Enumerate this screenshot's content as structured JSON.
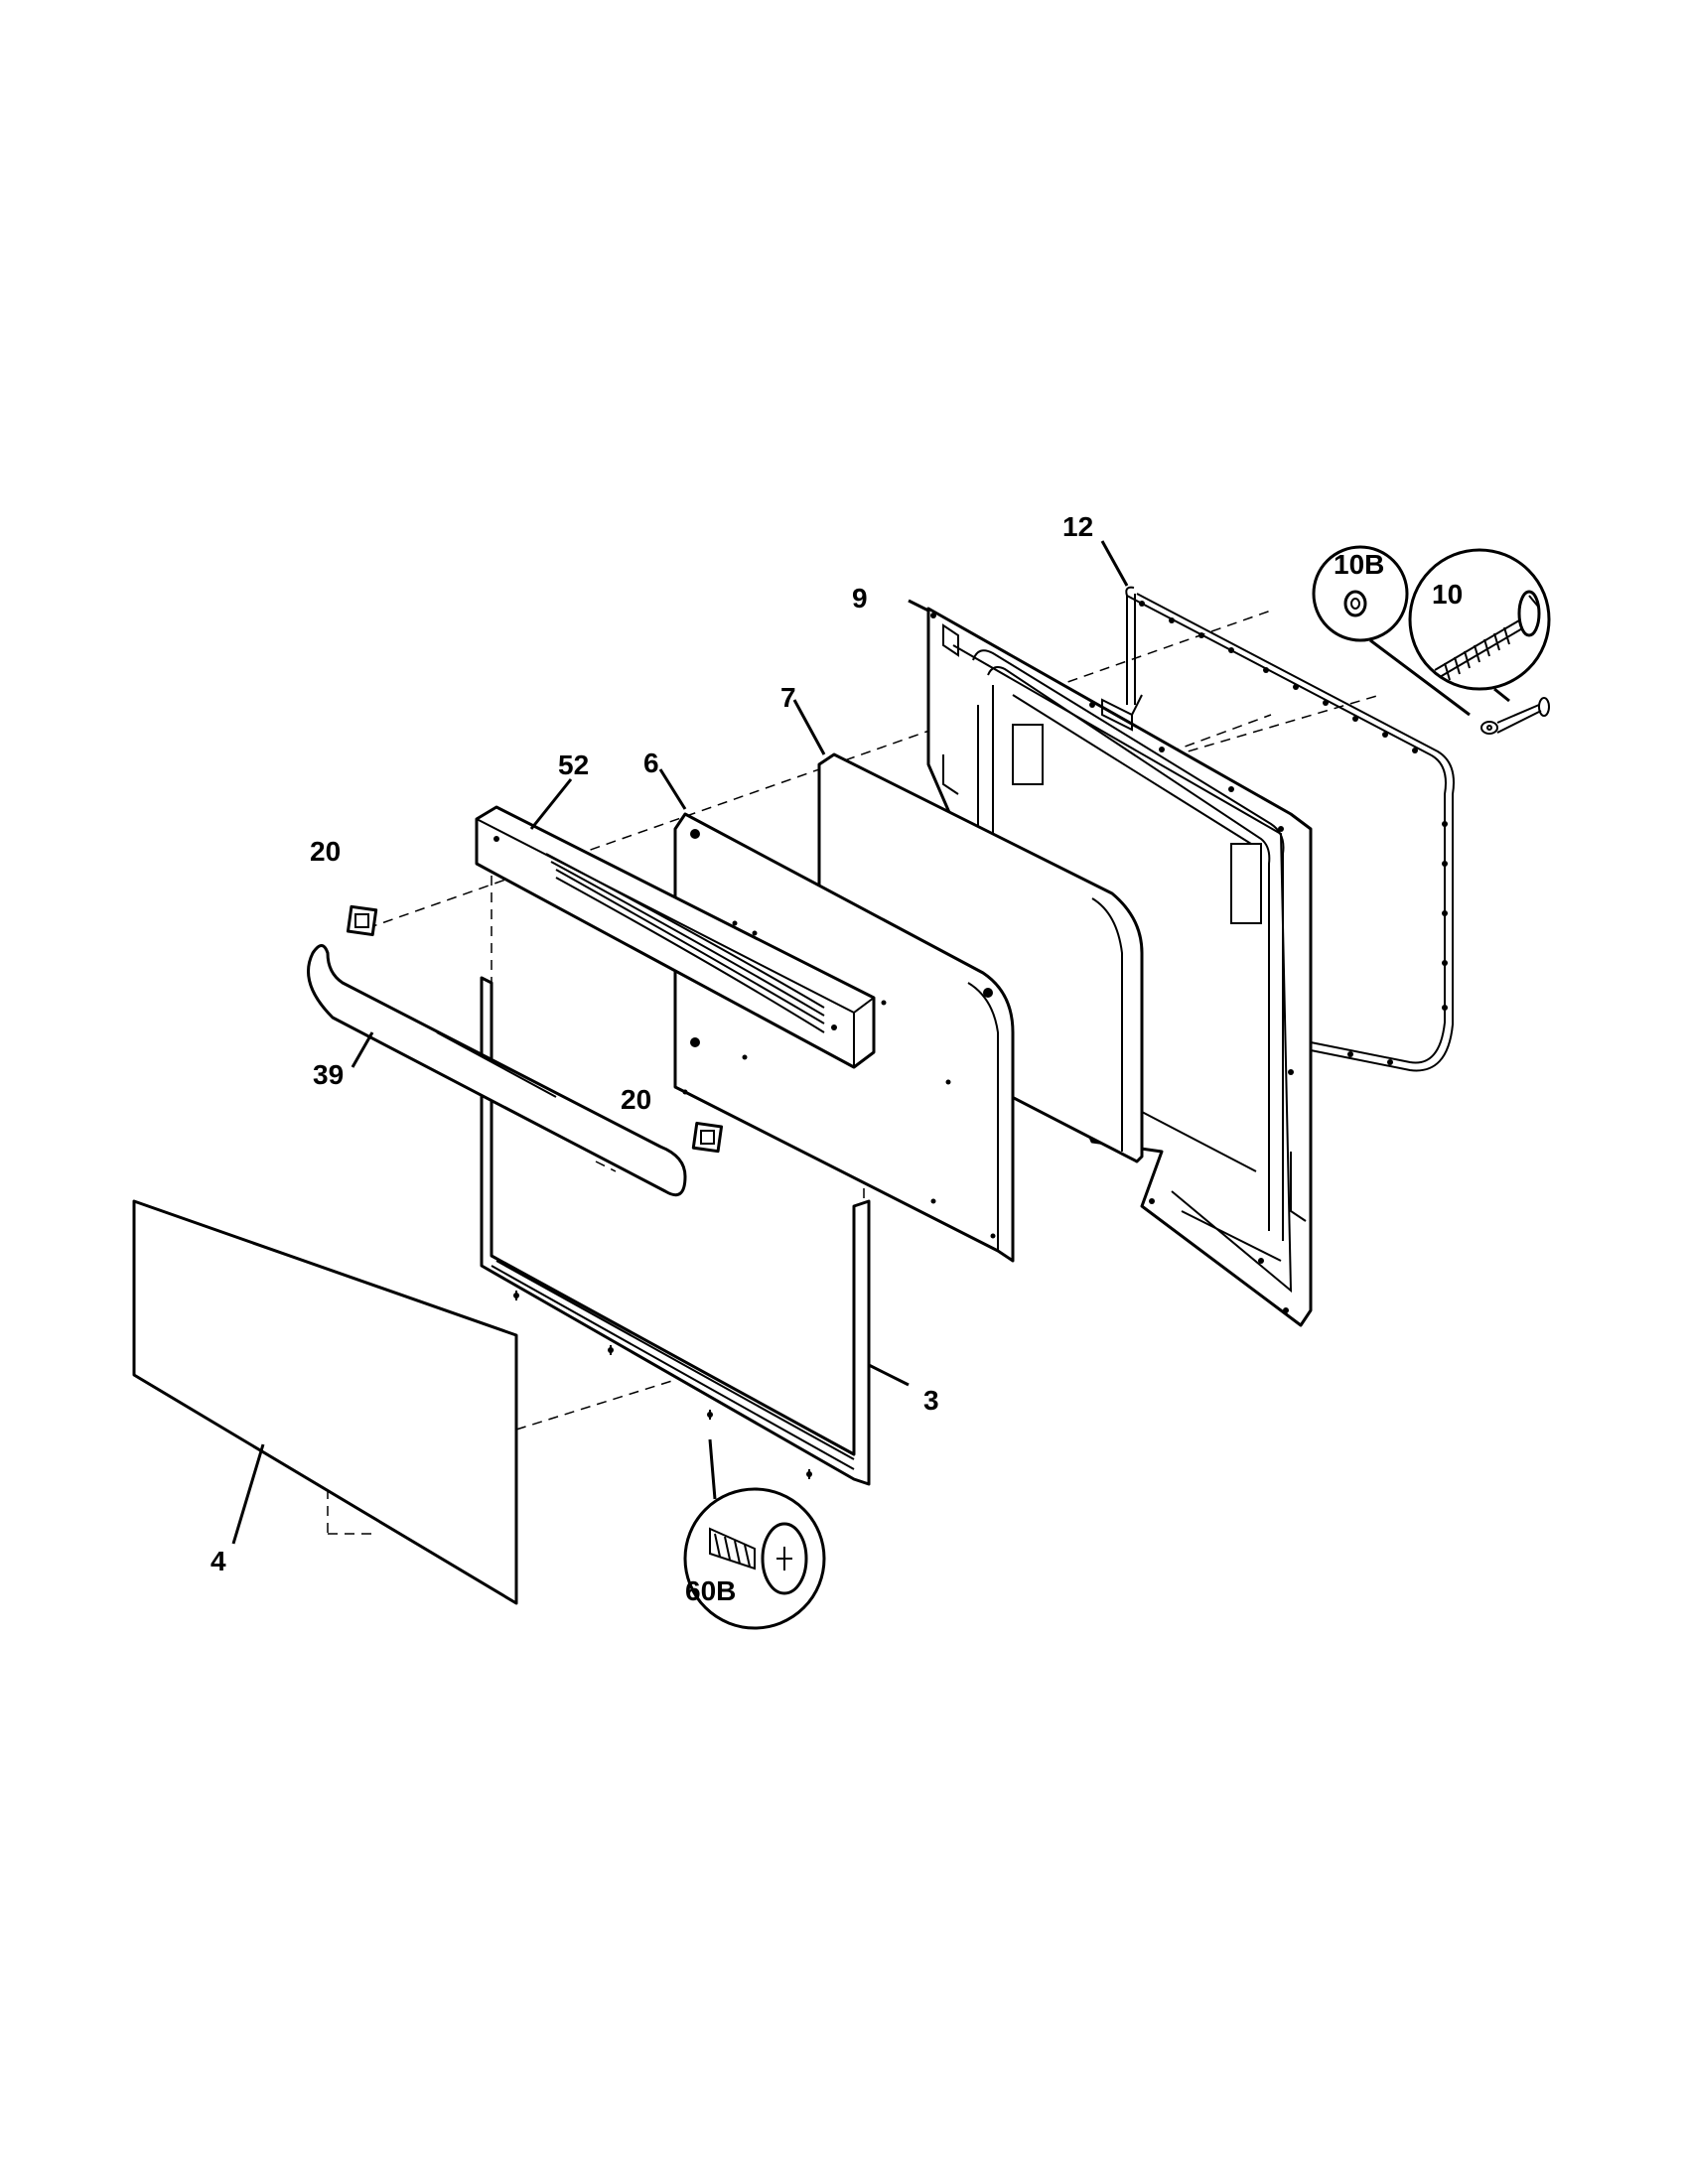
{
  "callouts": {
    "door_liner": "3",
    "outer_glass": "4",
    "inner_glass_panel": "6",
    "insulation": "7",
    "inner_door": "9",
    "hinge_screw": "10",
    "hinge_washer": "10B",
    "door_gasket": "12",
    "handle_endcap_left": "20",
    "handle_endcap_right": "20",
    "handle": "39",
    "door_trim_top": "52",
    "screw": "60B"
  }
}
